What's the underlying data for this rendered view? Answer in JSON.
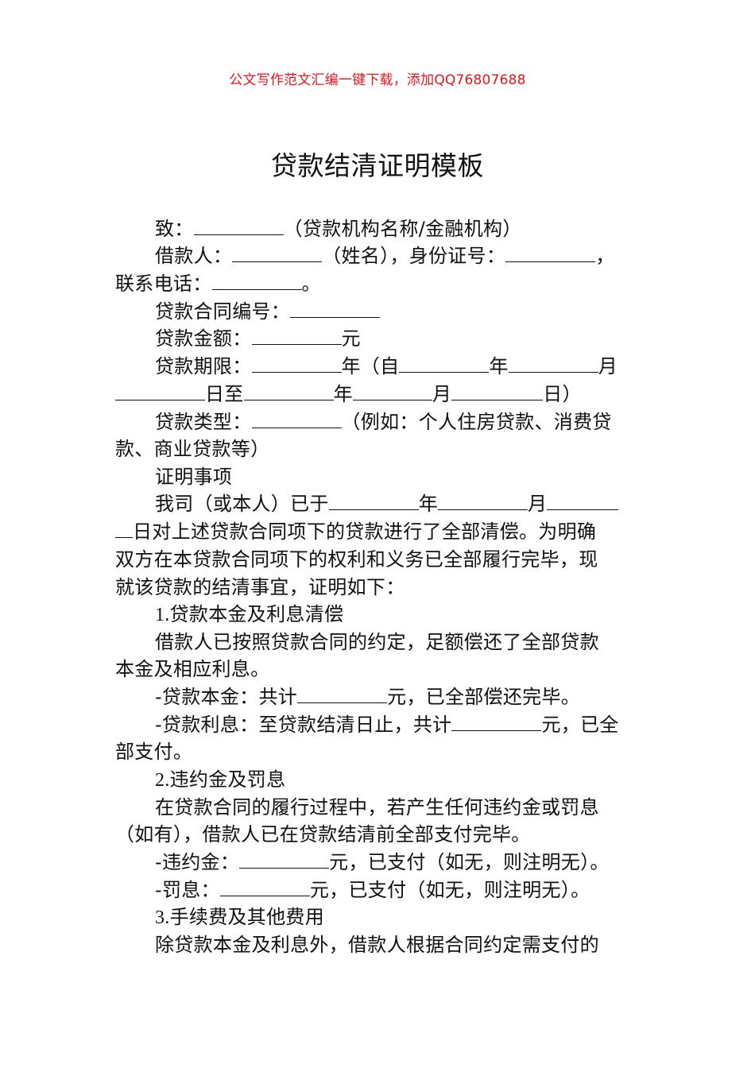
{
  "watermark": "公文写作范文汇编一键下载，添加QQ76807688",
  "title": "贷款结清证明模板",
  "lines": [
    {
      "t1": "致：",
      "t2": "（贷款机构名称/金融机构）"
    },
    {
      "t1": "借款人：",
      "t2": "（姓名），身份证号：",
      "t3": "，"
    },
    {
      "t1": "联系电话：",
      "t2": "。"
    },
    {
      "t1": "贷款合同编号："
    },
    {
      "t1": "贷款金额：",
      "t2": "元"
    },
    {
      "t1": "贷款期限：",
      "t2": "年（自",
      "t3": "年",
      "t4": "月"
    },
    {
      "t1": "日至",
      "t2": "年",
      "t3": "月",
      "t4": "日）"
    },
    {
      "t1": "贷款类型：",
      "t2": "（例如：个人住房贷款、消费贷"
    },
    {
      "t1": "款、商业贷款等）"
    },
    {
      "t1": "证明事项"
    },
    {
      "t1": "我司（或本人）已于",
      "t2": "年",
      "t3": "月"
    },
    {
      "t1": "日对上述贷款合同项下的贷款进行了全部清偿。为明确"
    },
    {
      "t1": "双方在本贷款合同项下的权利和义务已全部履行完毕，现"
    },
    {
      "t1": "就该贷款的结清事宜，证明如下："
    },
    {
      "num": "1.",
      "t1": "贷款本金及利息清偿"
    },
    {
      "t1": "借款人已按照贷款合同的约定，足额偿还了全部贷款"
    },
    {
      "t1": "本金及相应利息。"
    },
    {
      "t1": "-贷款本金：共计",
      "t2": "元，已全部偿还完毕。"
    },
    {
      "t1": "-贷款利息：至贷款结清日止，共计",
      "t2": "元，已全"
    },
    {
      "t1": "部支付。"
    },
    {
      "num": "2.",
      "t1": "违约金及罚息"
    },
    {
      "t1": "在贷款合同的履行过程中，若产生任何违约金或罚息"
    },
    {
      "t1": "（如有），借款人已在贷款结清前全部支付完毕。"
    },
    {
      "t1": "-违约金：",
      "t2": "元，已支付（如无，则注明无）。"
    },
    {
      "t1": "-罚息：",
      "t2": "元，已支付（如无，则注明无）。"
    },
    {
      "num": "3.",
      "t1": "手续费及其他费用"
    },
    {
      "t1": "除贷款本金及利息外，借款人根据合同约定需支付的"
    }
  ]
}
